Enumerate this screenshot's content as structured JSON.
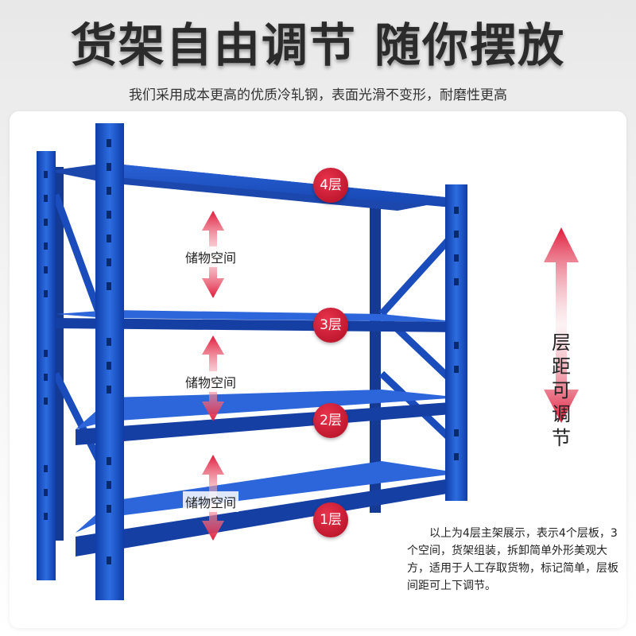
{
  "header": {
    "title": "货架自由调节 随你摆放",
    "subtitle": "我们采用成本更高的优质冷轧钢，表面光滑不变形，耐磨性更高"
  },
  "shelf": {
    "layers": [
      "4层",
      "3层",
      "2层",
      "1层"
    ],
    "storage_label": "储物空间",
    "adjust_label": [
      "层",
      "距",
      "可",
      "调",
      "节"
    ]
  },
  "description": "以上为4层主架展示，表示4个层板，3个空间，货架组装，拆卸简单外形美观大方，适用于人工存取货物，标记简单，层板间距可上下调节。",
  "colors": {
    "rack_blue": "#1f52c4",
    "badge_red": "#c8102e",
    "arrow_red": "#e01b3b"
  }
}
